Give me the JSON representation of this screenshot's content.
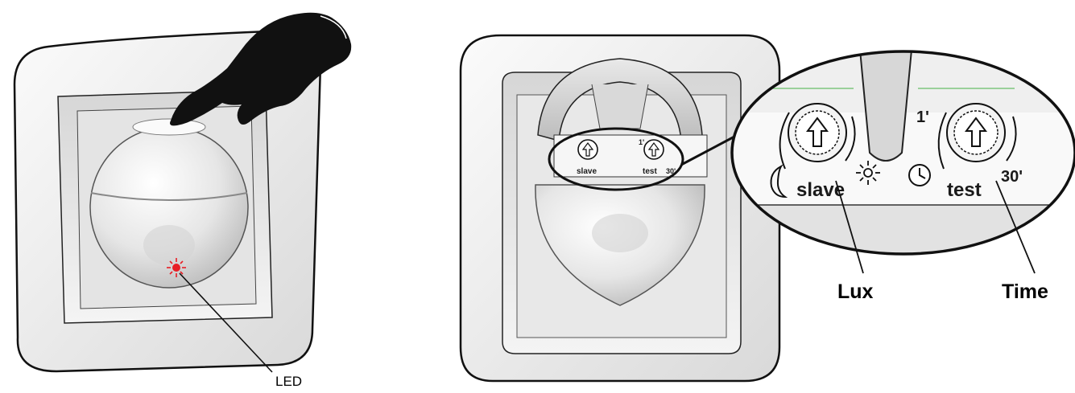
{
  "labels": {
    "led": "LED",
    "lux": "Lux",
    "time": "Time"
  },
  "dials": {
    "lux_mode": "slave",
    "time_mode": "test",
    "time_min": "1'",
    "time_max": "30'"
  },
  "colors": {
    "led": "#e81e25",
    "outline": "#111111",
    "frame": "#eeeeee"
  }
}
